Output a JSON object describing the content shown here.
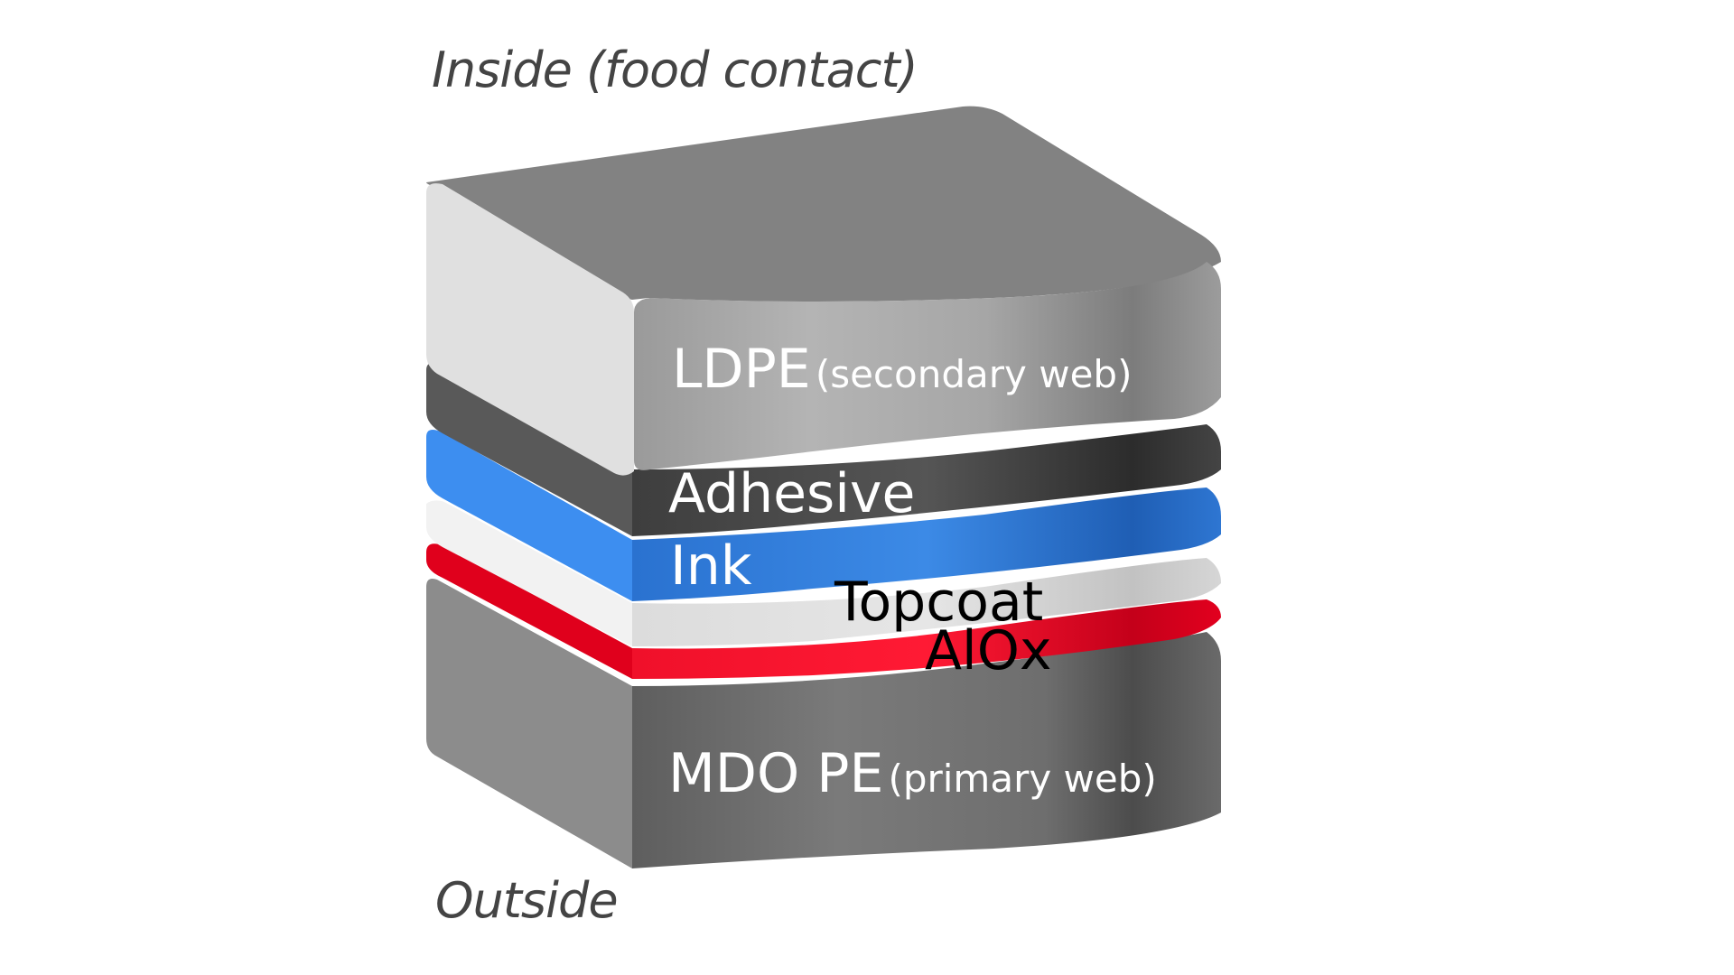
{
  "diagram": {
    "inside_label": "Inside (food contact)",
    "outside_label": "Outside",
    "layers": [
      {
        "id": "ldpe",
        "name": "LDPE",
        "note": "(secondary web)",
        "color": "#8a8a8a"
      },
      {
        "id": "adhesive",
        "name": "Adhesive",
        "note": "",
        "color": "#444444"
      },
      {
        "id": "ink",
        "name": "Ink",
        "note": "",
        "color": "#2e7bd6"
      },
      {
        "id": "topcoat",
        "name": "Topcoat",
        "note": "",
        "color": "#d0d0d0"
      },
      {
        "id": "alox",
        "name": "AlOx",
        "note": "",
        "color": "#e8001e"
      },
      {
        "id": "mdo",
        "name": "MDO PE",
        "note": "(primary web)",
        "color": "#666666"
      }
    ]
  }
}
